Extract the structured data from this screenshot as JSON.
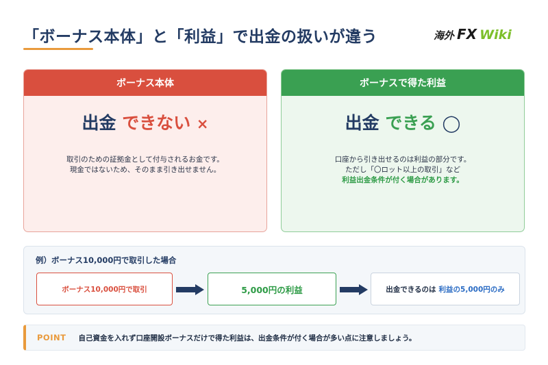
{
  "title": "「ボーナス本体」と「利益」で出金の扱いが違う",
  "logo": {
    "kaigai": "海外",
    "fx": "FX",
    "wiki": "Wiki"
  },
  "colors": {
    "accent": "#e99a3c",
    "red": "#d94f3e",
    "green": "#3aa052",
    "navy": "#233b63",
    "blue": "#2b6cc4"
  },
  "left_card": {
    "header": "ボーナス本体",
    "status_word": "出金",
    "status_value": "できない",
    "status_symbol": "×",
    "desc_line1": "取引のための証拠金として付与されるお金です。",
    "desc_line2": "現金ではないため、そのまま引き出せません。"
  },
  "right_card": {
    "header": "ボーナスで得た利益",
    "status_word": "出金",
    "status_value": "できる",
    "status_symbol": "◯",
    "desc_line1": "口座から引き出せるのは利益の部分です。",
    "desc_line2": "ただし「〇ロット以上の取引」など",
    "desc_line3": "利益出金条件が付く場合があります。"
  },
  "example": {
    "title": "例）ボーナス10,000円で取引した場合",
    "step1": "ボーナス10,000円で取引",
    "step2": "5,000円の利益",
    "step3_prefix": "出金できるのは",
    "step3_highlight": "利益の5,000円のみ",
    "arrow_icon": "right-arrow-icon"
  },
  "point": {
    "label": "POINT",
    "text": "自己資金を入れず口座開設ボーナスだけで得た利益は、出金条件が付く場合が多い点に注意しましょう。"
  }
}
